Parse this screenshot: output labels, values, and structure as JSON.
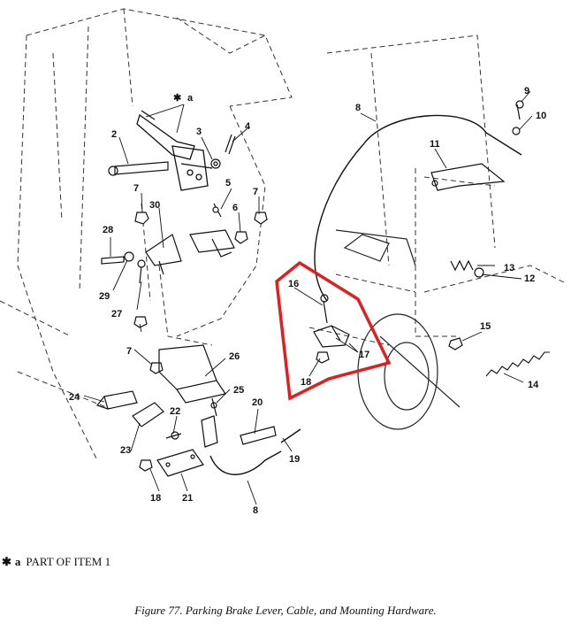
{
  "figure": {
    "caption": "Figure 77.  Parking Brake Lever, Cable, and Mounting Hardware.",
    "footnote_symbol": "✱",
    "footnote_key": "a",
    "footnote_text": "PART OF ITEM 1",
    "callout_a_symbol": "✱",
    "callout_a_key": "a"
  },
  "callouts": [
    "2",
    "3",
    "4",
    "5",
    "6",
    "7",
    "7",
    "7",
    "8",
    "8",
    "9",
    "10",
    "11",
    "12",
    "13",
    "14",
    "15",
    "16",
    "17",
    "18",
    "18",
    "19",
    "20",
    "21",
    "22",
    "23",
    "24",
    "25",
    "26",
    "27",
    "28",
    "29",
    "30"
  ],
  "colors": {
    "line": "#1a1a1a",
    "highlight": "#e02020",
    "background": "#ffffff"
  }
}
